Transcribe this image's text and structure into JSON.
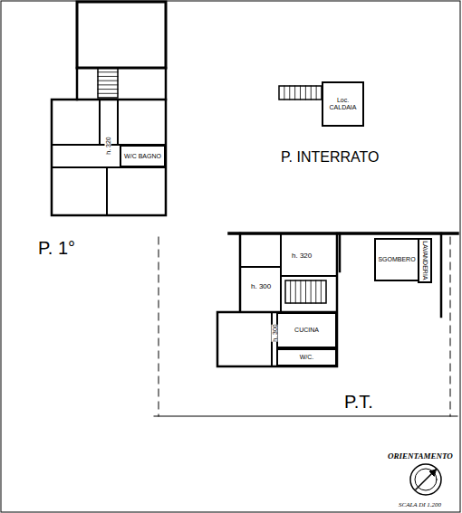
{
  "diagram": {
    "nodes": [
      {
        "text": [
          "Loc. CALDAIA"
        ]
      },
      {
        "text": [
          "W/C BAGNO"
        ]
      },
      {
        "text": [
          "CUCINA"
        ]
      },
      {
        "text": [
          "W/C."
        ]
      },
      {
        "text": [
          "SGOMBERO"
        ]
      },
      {
        "text": [
          "LAVANDERIA"
        ]
      }
    ],
    "labels": [
      "P. INTERRATO",
      "P. 1°",
      "h. 320",
      "h. 320",
      "h. 300",
      "h. 300",
      "P.T.",
      "ORIENTAMENTO",
      "SCALA DI 1.200"
    ]
  }
}
